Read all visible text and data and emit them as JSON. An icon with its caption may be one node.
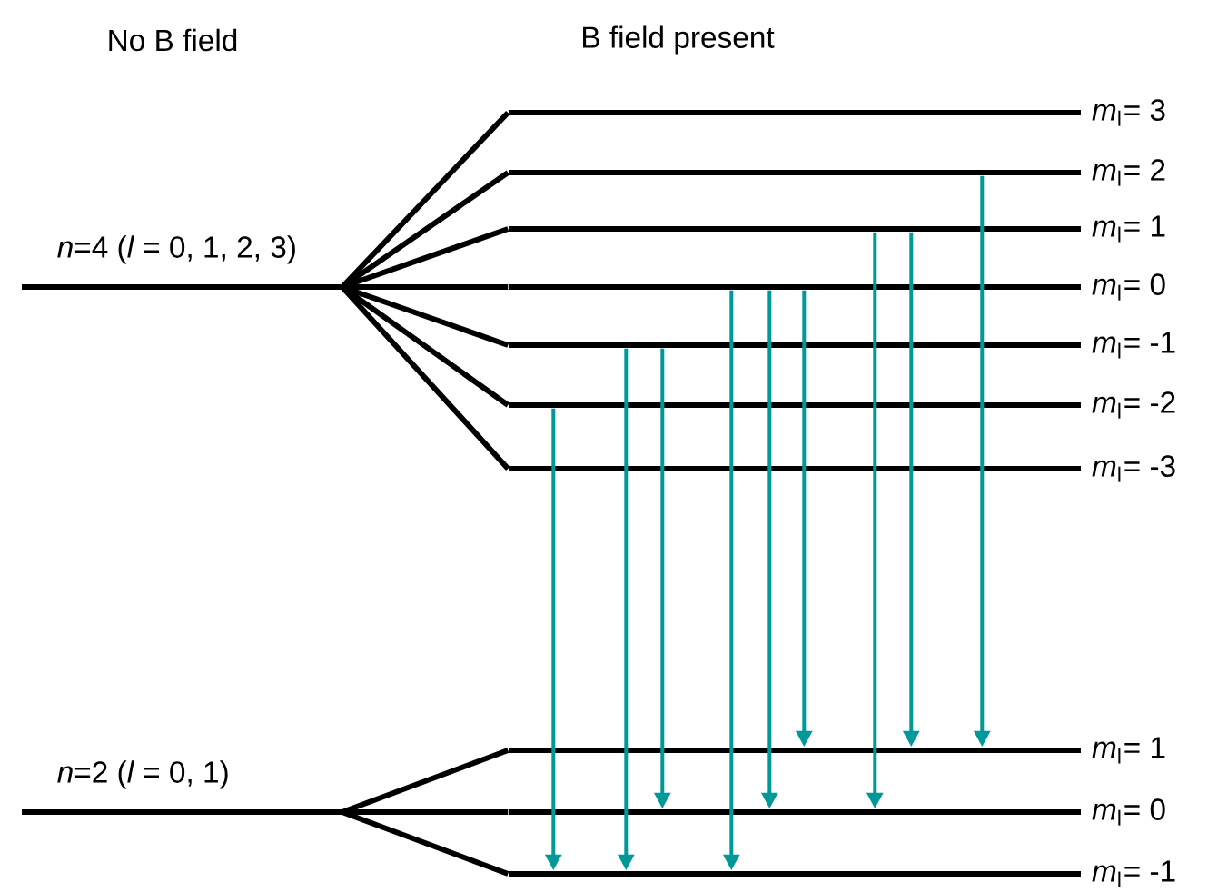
{
  "diagram": {
    "nodes": [
      {
        "text": [
          "*n*=4 (*l* = 0, 1, 2, 3)"
        ]
      },
      {
        "text": [
          "*m*$_{l}$= 3"
        ]
      },
      {
        "text": [
          "*m*$_{l}$= 2"
        ]
      },
      {
        "text": [
          "*m*$_{l}$= 1"
        ]
      },
      {
        "text": [
          "*m*$_{l}$= 0"
        ]
      },
      {
        "text": [
          "*m*$_{l}$= -1"
        ]
      },
      {
        "text": [
          "*m*$_{l}$= -2"
        ]
      },
      {
        "text": [
          "*m*$_{l}$= -3"
        ]
      },
      {
        "text": [
          "*n*=2 (*l* = 0, 1)"
        ]
      },
      {
        "text": [
          "*m*$_{l}$= 1"
        ]
      },
      {
        "text": [
          "*m*$_{l}$= 0"
        ]
      },
      {
        "text": [
          "*m*$_{l}$= -1"
        ]
      }
    ],
    "edges": [
      {
        "from": 0,
        "to": 1,
        "arrow": "none"
      },
      {
        "from": 0,
        "to": 2,
        "arrow": "none"
      },
      {
        "from": 0,
        "to": 3,
        "arrow": "none"
      },
      {
        "from": 0,
        "to": 4,
        "arrow": "none"
      },
      {
        "from": 0,
        "to": 5,
        "arrow": "none"
      },
      {
        "from": 0,
        "to": 6,
        "arrow": "none"
      },
      {
        "from": 0,
        "to": 7,
        "arrow": "none"
      },
      {
        "from": 8,
        "to": 9,
        "arrow": "none"
      },
      {
        "from": 8,
        "to": 10,
        "arrow": "none"
      },
      {
        "from": 8,
        "to": 11,
        "arrow": "none"
      },
      {
        "from": 6,
        "to": 11,
        "arrow": "to",
        "color": "#009999"
      },
      {
        "from": 5,
        "to": 11,
        "arrow": "to",
        "color": "#009999"
      },
      {
        "from": 5,
        "to": 10,
        "arrow": "to",
        "color": "#009999"
      },
      {
        "from": 4,
        "to": 11,
        "arrow": "to",
        "color": "#009999"
      },
      {
        "from": 4,
        "to": 10,
        "arrow": "to",
        "color": "#009999"
      },
      {
        "from": 4,
        "to": 9,
        "arrow": "to",
        "color": "#009999"
      },
      {
        "from": 3,
        "to": 10,
        "arrow": "to",
        "color": "#009999"
      },
      {
        "from": 3,
        "to": 9,
        "arrow": "to",
        "color": "#009999"
      },
      {
        "from": 2,
        "to": 9,
        "arrow": "to",
        "color": "#009999"
      }
    ],
    "labels": [
      "No B field",
      "B field present"
    ]
  }
}
